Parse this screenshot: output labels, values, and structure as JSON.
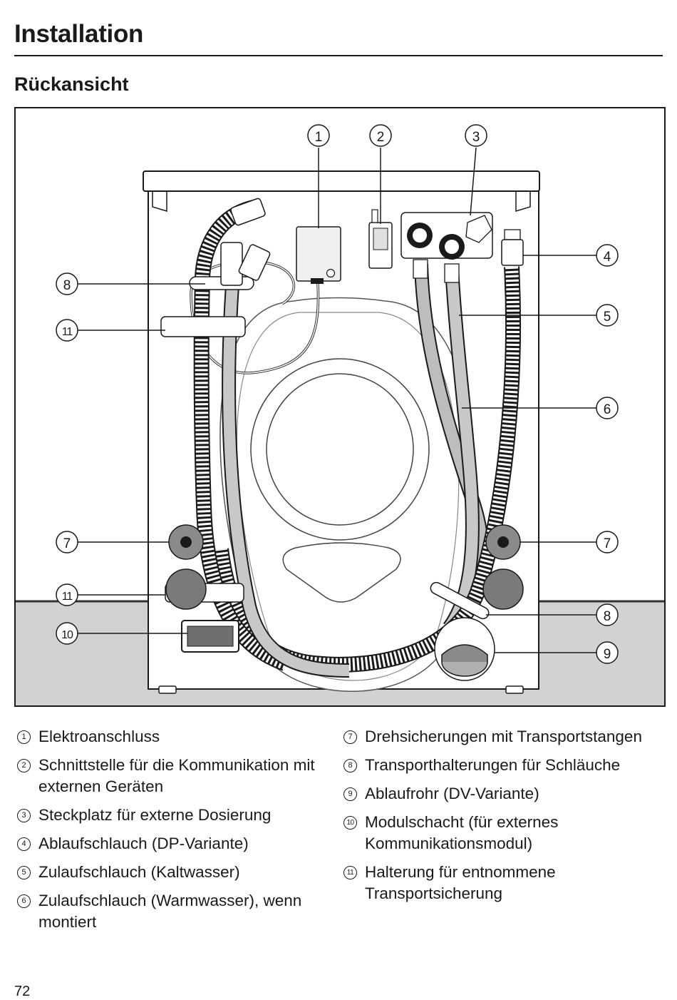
{
  "header": {
    "title": "Installation"
  },
  "section": {
    "title": "Rückansicht"
  },
  "figure": {
    "callouts": [
      "1",
      "2",
      "3",
      "4",
      "5",
      "6",
      "7",
      "7",
      "8",
      "8",
      "9",
      "10",
      "11",
      "11"
    ]
  },
  "legend": {
    "left": [
      {
        "num": "1",
        "text": "Elektroanschluss"
      },
      {
        "num": "2",
        "text": "Schnittstelle für die Kommunikation mit externen Geräten"
      },
      {
        "num": "3",
        "text": "Steckplatz für externe Dosierung"
      },
      {
        "num": "4",
        "text": "Ablaufschlauch (DP-Variante)"
      },
      {
        "num": "5",
        "text": "Zulaufschlauch (Kaltwasser)"
      },
      {
        "num": "6",
        "text": "Zulaufschlauch (Warmwasser), wenn montiert"
      }
    ],
    "right": [
      {
        "num": "7",
        "text": "Drehsicherungen mit Transportstangen"
      },
      {
        "num": "8",
        "text": "Transporthalterungen für Schläuche"
      },
      {
        "num": "9",
        "text": "Ablaufrohr (DV-Variante)"
      },
      {
        "num": "10",
        "text": "Modulschacht (für externes Kommunikationsmodul)"
      },
      {
        "num": "11",
        "text": "Halterung für entnommene Transportsicherung"
      }
    ]
  },
  "footer": {
    "page_number": "72"
  }
}
